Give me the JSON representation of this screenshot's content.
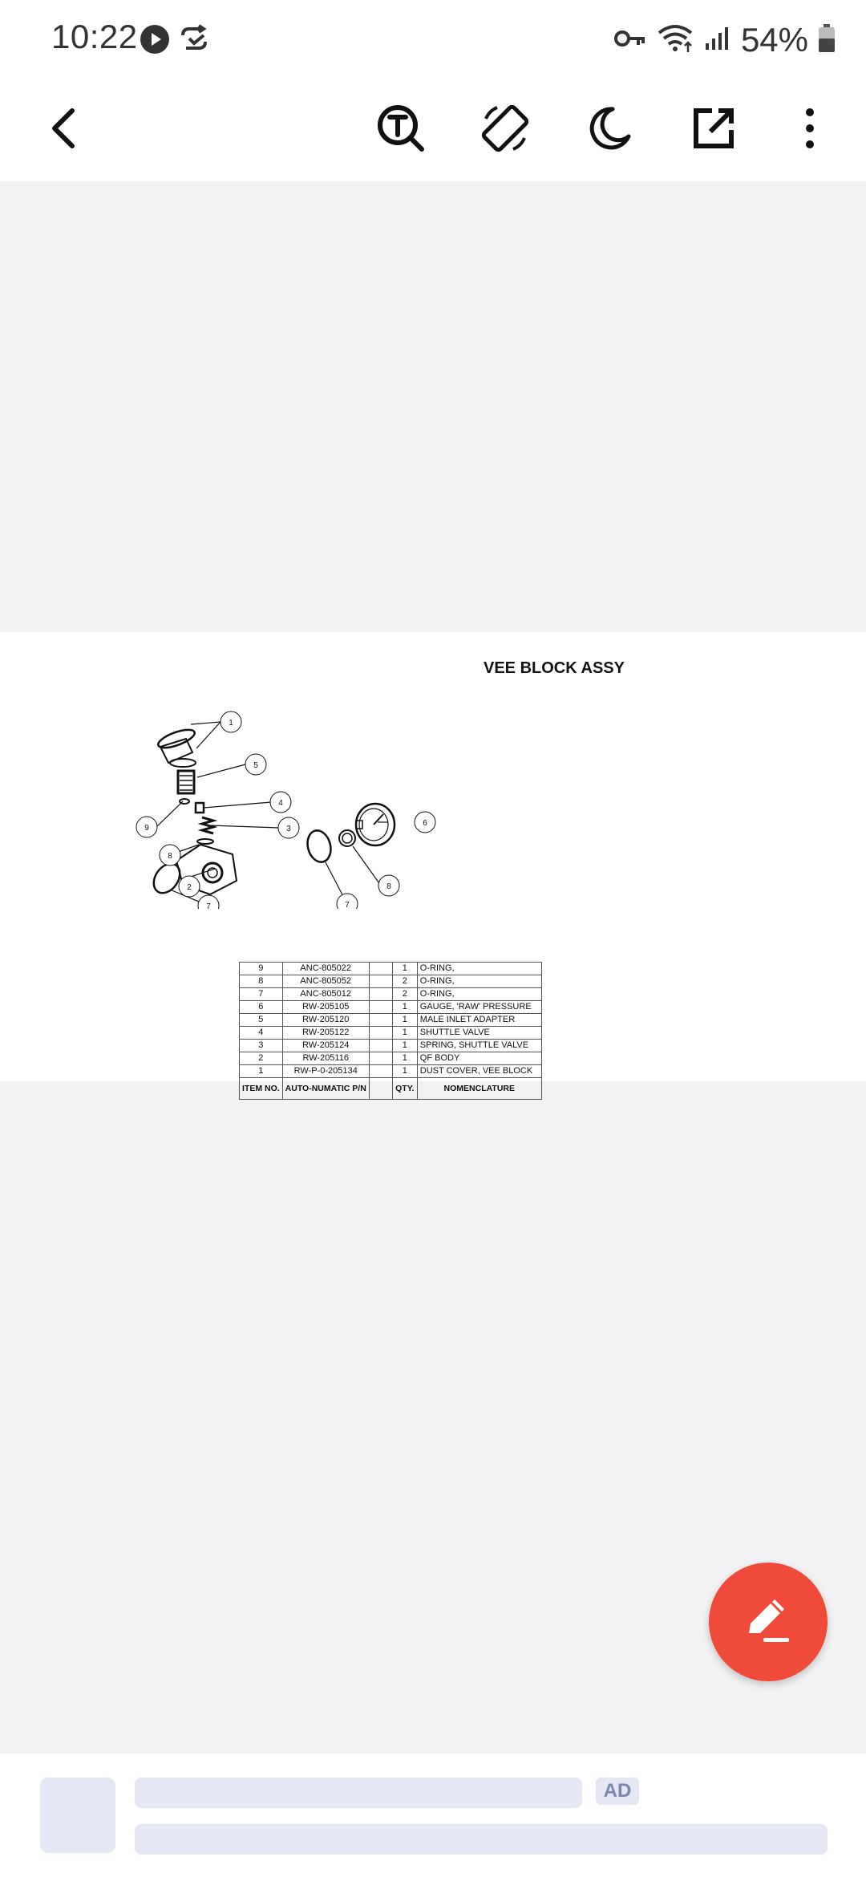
{
  "status_bar": {
    "time": "10:22",
    "battery": "54%",
    "icons": [
      "play-icon",
      "sync-check-icon",
      "vpn-key-icon",
      "wifi-icon",
      "signal-icon",
      "battery-icon"
    ]
  },
  "toolbar": {
    "icons": [
      "back-icon",
      "text-search-icon",
      "rotate-icon",
      "night-mode-icon",
      "open-external-icon",
      "more-vert-icon"
    ]
  },
  "document": {
    "title": "VEE BLOCK ASSY",
    "callouts": [
      "1",
      "5",
      "4",
      "9",
      "3",
      "6",
      "8",
      "2",
      "7",
      "7",
      "8"
    ],
    "table": {
      "rows": [
        {
          "item": "9",
          "pn": "ANC-805022",
          "qty": "1",
          "name": "O-RING,"
        },
        {
          "item": "8",
          "pn": "ANC-805052",
          "qty": "2",
          "name": "O-RING,"
        },
        {
          "item": "7",
          "pn": "ANC-805012",
          "qty": "2",
          "name": "O-RING,"
        },
        {
          "item": "6",
          "pn": "RW-205105",
          "qty": "1",
          "name": "GAUGE, 'RAW' PRESSURE"
        },
        {
          "item": "5",
          "pn": "RW-205120",
          "qty": "1",
          "name": "MALE INLET ADAPTER"
        },
        {
          "item": "4",
          "pn": "RW-205122",
          "qty": "1",
          "name": "SHUTTLE VALVE"
        },
        {
          "item": "3",
          "pn": "RW-205124",
          "qty": "1",
          "name": "SPRING, SHUTTLE VALVE"
        },
        {
          "item": "2",
          "pn": "RW-205116",
          "qty": "1",
          "name": "QF BODY"
        },
        {
          "item": "1",
          "pn": "RW-P-0-205134",
          "qty": "1",
          "name": "DUST COVER, VEE BLOCK"
        }
      ],
      "header": {
        "item": "ITEM NO.",
        "pn": "AUTO-NUMATIC P/N",
        "qty": "QTY.",
        "name": "NOMENCLATURE"
      }
    }
  },
  "fab": {
    "icon": "edit-icon"
  },
  "ad": {
    "badge": "AD"
  },
  "colors": {
    "fab": "#f04a3a",
    "ad_placeholder": "#e4e7f3",
    "viewer_bg": "#f2f2f5"
  }
}
